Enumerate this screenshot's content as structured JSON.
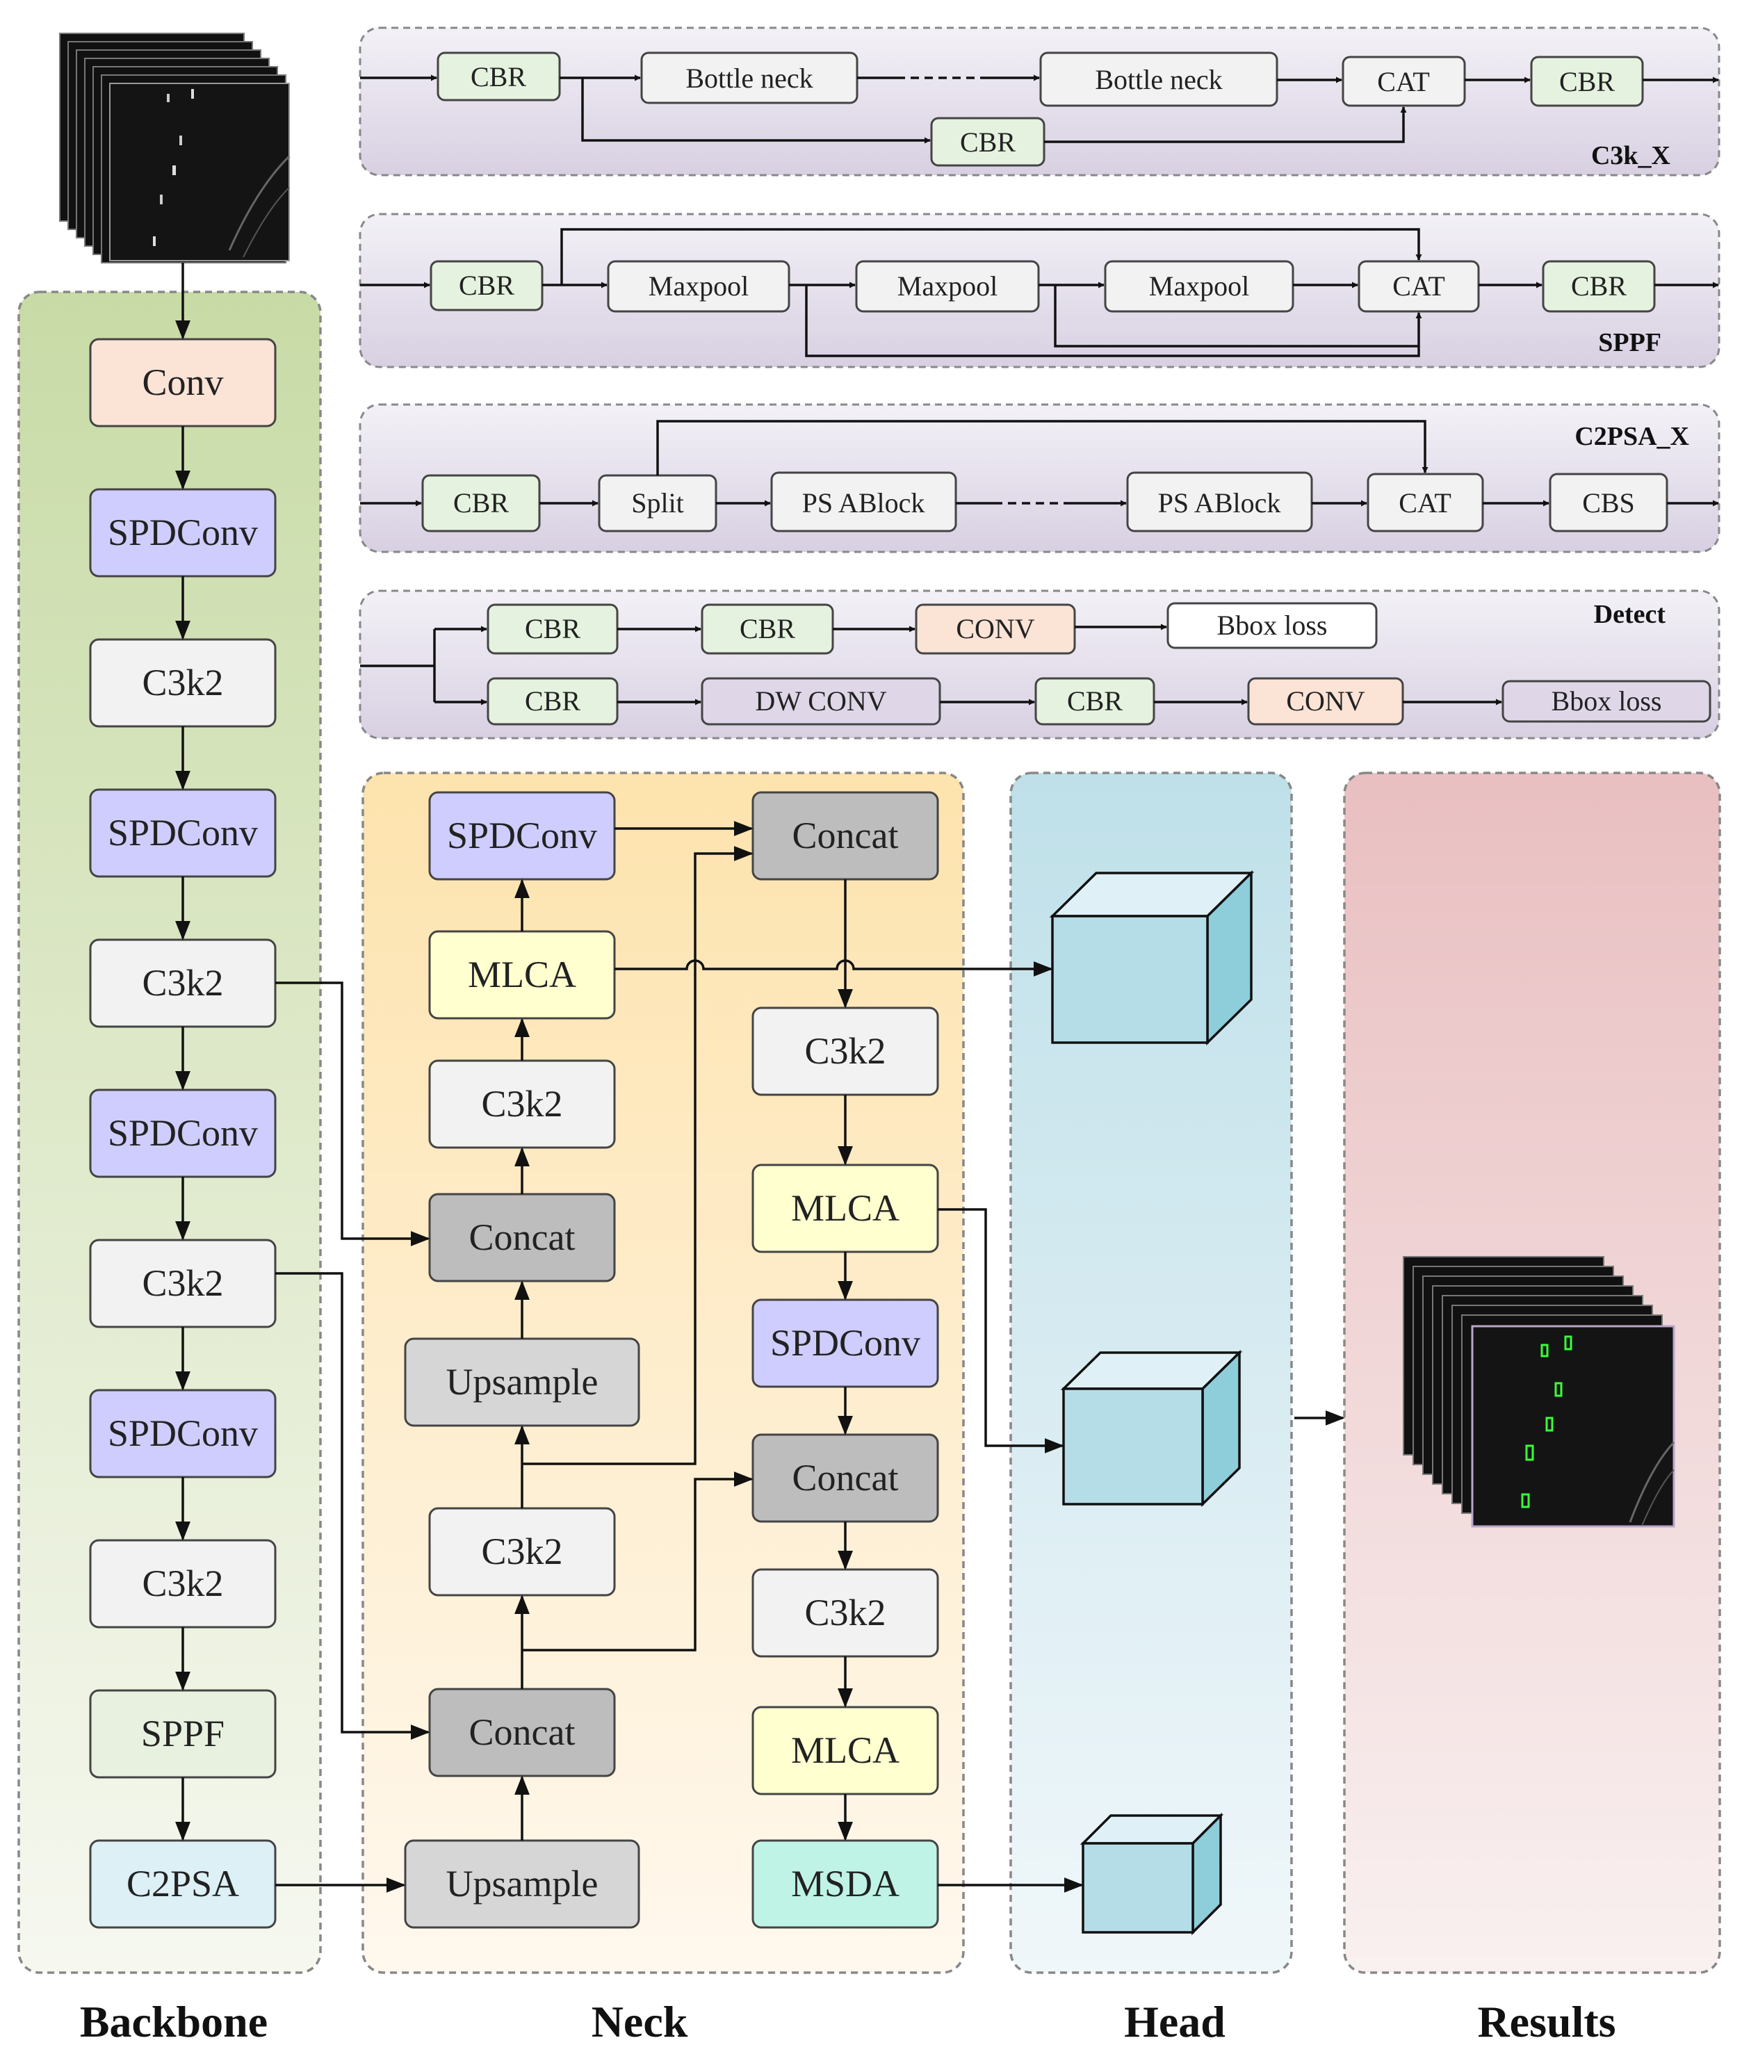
{
  "labels": {
    "backbone": "Backbone",
    "neck": "Neck",
    "head": "Head",
    "results": "Results",
    "c3k_x": "C3k_X",
    "sppf": "SPPF",
    "c2psa_x": "C2PSA_X",
    "detect": "Detect"
  },
  "blocks": {
    "c3k_x": {
      "cbr": "CBR",
      "bottleneck": "Bottle neck",
      "cat": "CAT"
    },
    "sppf": {
      "cbr": "CBR",
      "maxpool": "Maxpool",
      "cat": "CAT"
    },
    "c2psa_x": {
      "cbr": "CBR",
      "split": "Split",
      "psablock": "PS ABlock",
      "cat": "CAT",
      "cbs": "CBS"
    },
    "detect": {
      "cbr": "CBR",
      "conv": "CONV",
      "dwconv": "DW CONV",
      "bbox_loss": "Bbox loss"
    }
  },
  "backbone": {
    "conv": "Conv",
    "spdconv": "SPDConv",
    "c3k2": "C3k2",
    "sppf": "SPPF",
    "c2psa": "C2PSA"
  },
  "neck": {
    "spdconv": "SPDConv",
    "mlca": "MLCA",
    "c3k2": "C3k2",
    "concat": "Concat",
    "upsample": "Upsample",
    "msda": "MSDA"
  },
  "colors": {
    "backbone_panel": "#cfdfb0",
    "neck_panel": "#fde7b8",
    "head_panel": "#c7e3ea",
    "results_panel": "#ebc4c6",
    "module_band": "#ddd6e6",
    "conv": "#fbe3d6",
    "spdconv": "#cfcdfd",
    "c3k2": "#f2f2f2",
    "sppf": "#e8f1df",
    "c2psa": "#dcf0f6",
    "mlca": "#ffffd0",
    "concat": "#bdbdbd",
    "upsample": "#d6d6d6",
    "msda": "#bff3e6",
    "cbr": "#e5f2df",
    "cube_front": "#b5dde8",
    "cube_side": "#8ecdda"
  }
}
